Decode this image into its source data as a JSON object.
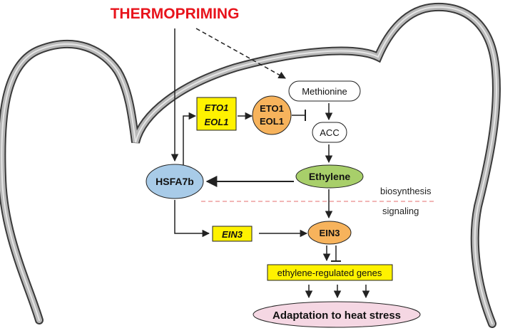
{
  "title": "THERMOPRIMING",
  "nodes": {
    "methionine": "Methionine",
    "acc": "ACC",
    "ethylene": "Ethylene",
    "hsfa7b": "HSFA7b",
    "eto1_gene": "ETO1",
    "eol1_gene": "EOL1",
    "eto1_protein": "ETO1",
    "eol1_protein": "EOL1",
    "ein3_gene": "EIN3",
    "ein3_protein": "EIN3",
    "genes": "ethylene-regulated genes",
    "adaptation": "Adaptation to heat stress"
  },
  "labels": {
    "biosynthesis": "biosynthesis",
    "signaling": "signaling"
  },
  "colors": {
    "title": "#e8141c",
    "gene_box": "#fff200",
    "protein": "#f7b35c",
    "ethylene": "#a8cf6a",
    "hsfa7b": "#a8cbe8",
    "adaptation": "#f5d7e3",
    "dashed_divider": "#ea8a8a",
    "cell_wall": "#b8b8b8"
  }
}
